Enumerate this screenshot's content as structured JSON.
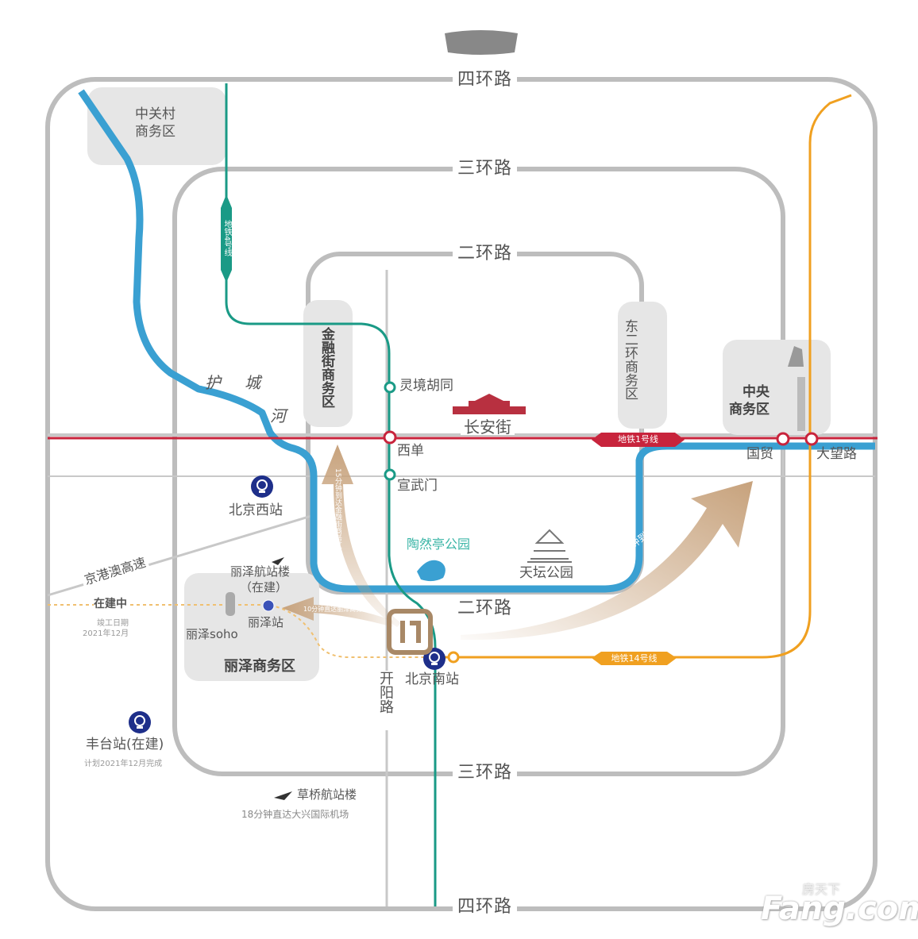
{
  "map": {
    "rings": {
      "ring4_top": "四环路",
      "ring3_top": "三环路",
      "ring2_top": "二环路",
      "ring2_bottom": "二环路",
      "ring3_bottom": "三环路",
      "ring4_bottom": "四环路"
    },
    "districts": {
      "zhongguancun": "中关村\n商务区",
      "jinrongjie": "金融街商务区",
      "dongerhuan": "东二环商务区",
      "cbd": "中央\n商务区",
      "lize": "丽泽商务区"
    },
    "subway_lines": {
      "line1": {
        "label": "地铁1号线",
        "color": "#c8243c"
      },
      "line4": {
        "label": "地铁4号线",
        "color": "#1a9a86"
      },
      "line14": {
        "label": "地铁14号线",
        "color": "#f0a020"
      }
    },
    "stations": {
      "lingjing": "灵境胡同",
      "xidan": "西单",
      "xuanwumen": "宣武门",
      "guomao": "国贸",
      "dawanglu": "大望路",
      "beijing_west": "北京西站",
      "beijing_south": "北京南站",
      "lize_station": "丽泽站",
      "fengtai": "丰台站(在建)",
      "fengtai_note": "计划2021年12月完成"
    },
    "landmarks": {
      "changanjie": "长安街",
      "taoranting": "陶然亭公园",
      "tiantan": "天坛公园",
      "lize_soho": "丽泽soho",
      "moat": [
        "护",
        "城",
        "河"
      ],
      "kaiyang_road": "开阳路",
      "expressway": "京港澳高速"
    },
    "terminals": {
      "lize_terminal": "丽泽航站楼",
      "lize_terminal_status": "（在建）",
      "caoqiao_terminal": "草桥航站楼",
      "caoqiao_note": "18分钟直达大兴国际机场"
    },
    "construction": {
      "label": "在建中",
      "note_line1": "竣工日期",
      "note_line2": "2021年12月"
    },
    "arrows": {
      "to_jinrongjie": "15分钟到达金融街商务区",
      "to_lize": "10分钟直达丽泽商务区",
      "to_cbd": "20分钟到达CBD商务区"
    },
    "colors": {
      "road": "#bdbdbd",
      "moat": "#3aa0d2",
      "arrow": "#c7a27c",
      "rail_icon": "#1e2f8a",
      "project": "#a88866"
    }
  },
  "watermark": {
    "brand": "Fang.com",
    "cn": "房天下"
  }
}
